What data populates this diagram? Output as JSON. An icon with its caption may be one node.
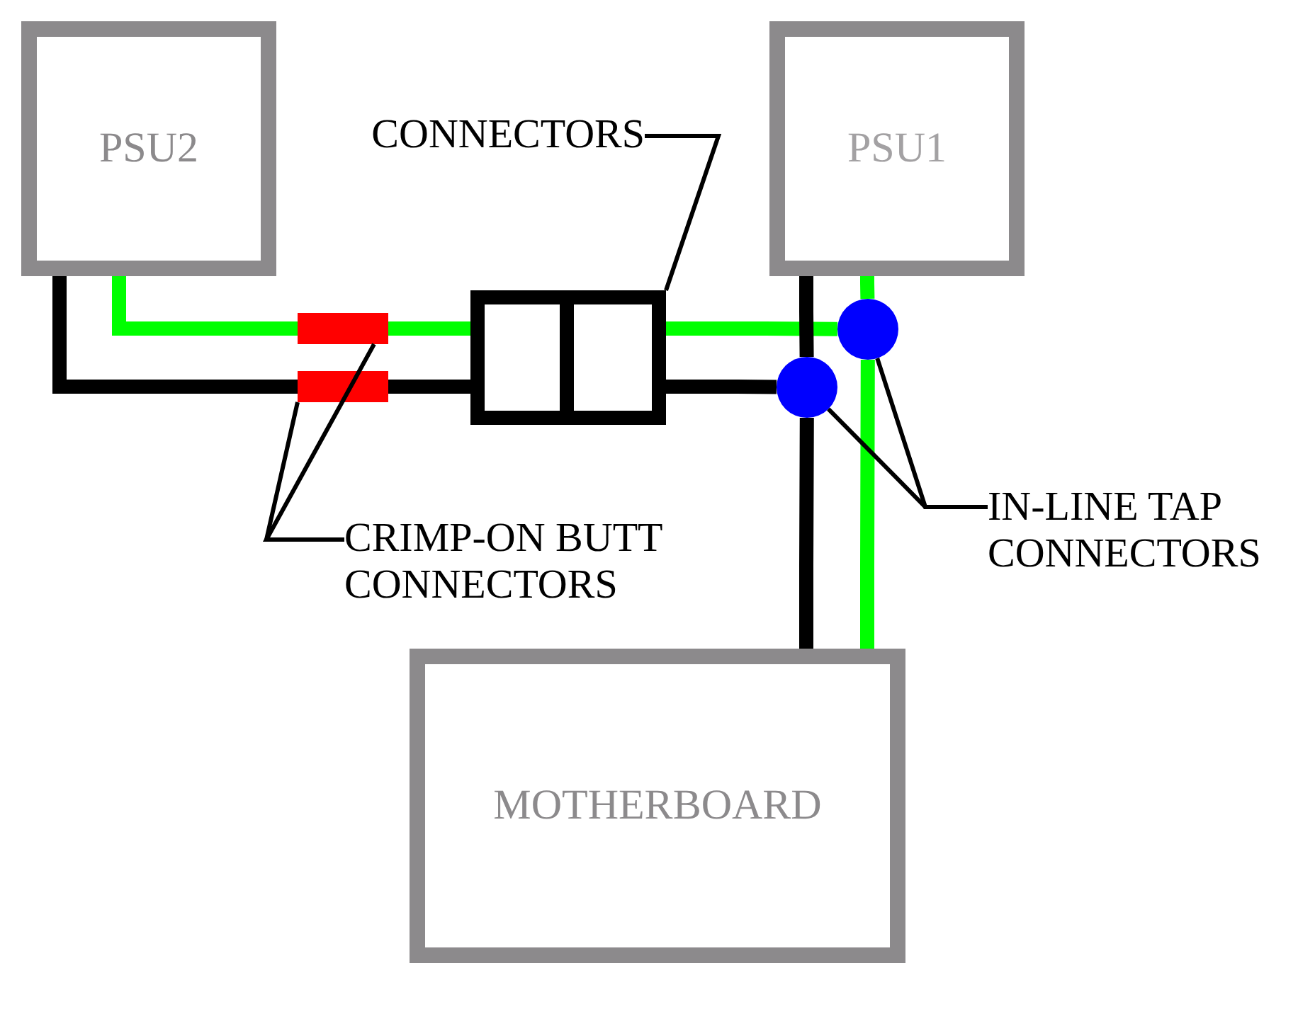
{
  "diagram": {
    "nodes": [
      {
        "text": [
          "PSU2"
        ]
      },
      {
        "text": [
          "CONNECTORS"
        ]
      },
      {
        "text": [
          "PSU1"
        ]
      },
      {
        "text": [],
        "shape": "bar"
      },
      {
        "text": [],
        "shape": "box"
      },
      {
        "text": [],
        "shape": "box"
      },
      {
        "text": [],
        "shape": "circle"
      },
      {
        "text": [],
        "shape": "bar"
      },
      {
        "text": [],
        "shape": "circle"
      },
      {
        "text": [
          "IN-LINE TAP CONNECTORS"
        ]
      },
      {
        "text": [
          "CRIMP-ON BUTT CONNECTORS"
        ]
      },
      {
        "text": [
          "MOTHERBOARD"
        ]
      }
    ],
    "edges": [
      {
        "from": 0,
        "to": 3,
        "arrow": "none",
        "color": "#00ff00"
      },
      {
        "from": 3,
        "to": 4,
        "arrow": "none",
        "color": "#00ff00"
      },
      {
        "from": 5,
        "to": 6,
        "arrow": "none",
        "color": "#00ff00"
      },
      {
        "from": 2,
        "to": 6,
        "arrow": "none",
        "color": "#00ff00"
      },
      {
        "from": 6,
        "to": 11,
        "arrow": "none",
        "color": "#00ff00"
      },
      {
        "from": 0,
        "to": 7,
        "arrow": "none"
      },
      {
        "from": 7,
        "to": 4,
        "arrow": "none"
      },
      {
        "from": 5,
        "to": 8,
        "arrow": "none"
      },
      {
        "from": 2,
        "to": 8,
        "arrow": "none"
      },
      {
        "from": 8,
        "to": 11,
        "arrow": "none"
      },
      {
        "from": 1,
        "to": 5,
        "arrow": "none"
      },
      {
        "from": 10,
        "to": 7,
        "arrow": "none"
      },
      {
        "from": 10,
        "to": 3,
        "arrow": "none"
      },
      {
        "from": 9,
        "to": 6,
        "arrow": "none"
      },
      {
        "from": 9,
        "to": 8,
        "arrow": "none"
      }
    ]
  }
}
